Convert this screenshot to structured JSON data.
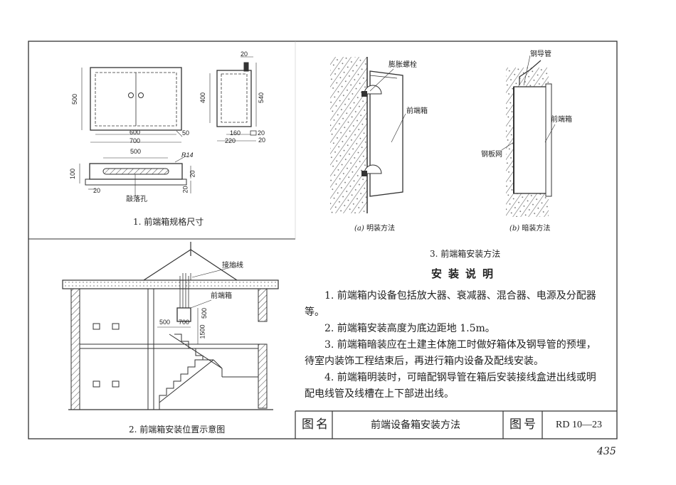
{
  "captions": {
    "fig1": "1. 前端箱规格尺寸",
    "fig2": "2. 前端箱安装位置示意图",
    "fig3": "3. 前端箱安装方法",
    "fig3a_letter": "(a)",
    "fig3a_text": "明装方法",
    "fig3b_letter": "(b)",
    "fig3b_text": "暗装方法"
  },
  "fig1_dims": {
    "top_gap": "20",
    "front_height": "500",
    "inner_width": "600",
    "edge": "50",
    "outer_width": "700",
    "side_height_inner": "400",
    "side_height_outer": "540",
    "side_depth_inner": "160",
    "side_depth_outer": "220",
    "side_bottom_20a": "20",
    "side_bottom_20b": "20",
    "plan_width": "500",
    "radius": "R14",
    "plan_height": "100",
    "plan_20a": "20",
    "plan_20b": "20",
    "plan_20c": "20",
    "knockout": "敲落孔"
  },
  "fig2_labels": {
    "ground_wire": "接地线",
    "box": "前端箱",
    "d500_h": "500",
    "d700": "700",
    "d500_v": "500",
    "d1500": "1500"
  },
  "fig3_labels": {
    "bolt": "膨胀螺栓",
    "box_a": "前端箱",
    "steel_pipe": "钢导管",
    "box_b": "前端箱",
    "mesh": "钢板网"
  },
  "notes": {
    "title": "安装说明",
    "items": [
      "1. 前端箱内设备包括放大器、衰减器、混合器、电源及分配器等。",
      "2. 前端箱安装高度为底边距地 1.5m。",
      "3. 前端箱暗装应在土建主体施工时做好箱体及钢导管的预埋，待室内装饰工程结束后，再进行箱内设备及配线安装。",
      "4. 前端箱明装时，可暗配钢导管在箱后安装接线盒进出线或明配电线管及线槽在上下部进出线。"
    ]
  },
  "title_block": {
    "name_label": "图名",
    "name_value": "前端设备箱安装方法",
    "number_label": "图号",
    "number_value": "RD 10—23"
  },
  "page_number": "435"
}
